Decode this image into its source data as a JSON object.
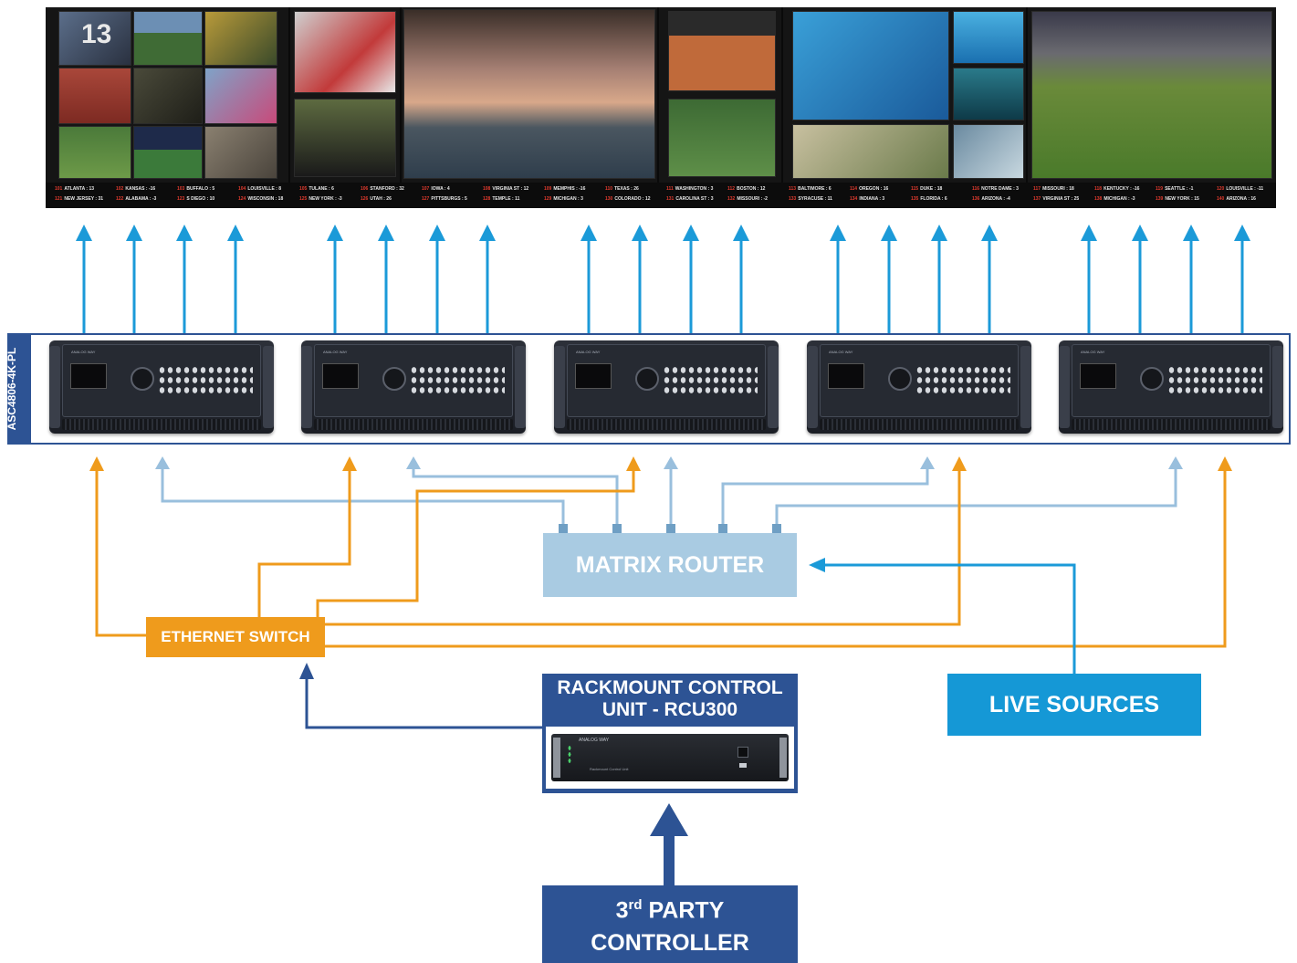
{
  "video_wall": {
    "ticker": [
      [
        "101",
        "ATLANTA : 13"
      ],
      [
        "102",
        "KANSAS : -16"
      ],
      [
        "103",
        "BUFFALO : 5"
      ],
      [
        "104",
        "LOUISVILLE : 8"
      ],
      [
        "105",
        "TULANE : 6"
      ],
      [
        "106",
        "STANFORD : 32"
      ],
      [
        "107",
        "IOWA : 4"
      ],
      [
        "108",
        "VIRGINIA ST : 12"
      ],
      [
        "109",
        "MEMPHIS : -16"
      ],
      [
        "110",
        "TEXAS : 26"
      ],
      [
        "111",
        "WASHINGTON : 3"
      ],
      [
        "112",
        "BOSTON : 12"
      ],
      [
        "113",
        "BALTIMORE : 6"
      ],
      [
        "114",
        "OREGON : 16"
      ],
      [
        "115",
        "DUKE : 18"
      ],
      [
        "116",
        "NOTRE DAME : 3"
      ],
      [
        "117",
        "MISSOURI : 18"
      ],
      [
        "118",
        "KENTUCKY : -16"
      ],
      [
        "119",
        "SEATTLE : -1"
      ],
      [
        "120",
        "LOUISVILLE : -11"
      ]
    ],
    "ticker2": [
      [
        "121",
        "NEW JERSEY : 31"
      ],
      [
        "122",
        "ALABAMA : -3"
      ],
      [
        "123",
        "S DIEGO : 10"
      ],
      [
        "124",
        "WISCONSIN : 18"
      ],
      [
        "125",
        "NEW YORK : -3"
      ],
      [
        "126",
        "UTAH : 26"
      ],
      [
        "127",
        "PITTSBURGS : 5"
      ],
      [
        "128",
        "TEMPLE : 11"
      ],
      [
        "129",
        "MICHIGAN : 3"
      ],
      [
        "130",
        "COLORADO : 12"
      ],
      [
        "131",
        "CAROLINA ST : 3"
      ],
      [
        "132",
        "MISSOURI : -2"
      ],
      [
        "133",
        "SYRACUSE : 11"
      ],
      [
        "134",
        "INDIANA : 3"
      ],
      [
        "135",
        "FLORIDA : 6"
      ],
      [
        "136",
        "ARIZONA : -4"
      ],
      [
        "137",
        "VIRGINIA ST : 25"
      ],
      [
        "138",
        "MICHIGAN : -3"
      ],
      [
        "139",
        "NEW YORK : 15"
      ],
      [
        "140",
        "ARIZONA : 16"
      ]
    ],
    "tile_13": "13"
  },
  "processors": {
    "label": "ASC4806-4K-PL",
    "brand": "ANALOG WAY",
    "count": 5
  },
  "matrix_router": {
    "label": "MATRIX ROUTER"
  },
  "ethernet_switch": {
    "label": "ETHERNET SWITCH"
  },
  "rcu": {
    "title_line1": "RACKMOUNT CONTROL",
    "title_line2": "UNIT - RCU300",
    "brand": "ANALOG WAY",
    "unit_text": "Rackmount Control Unit"
  },
  "live_sources": {
    "label": "LIVE SOURCES"
  },
  "controller": {
    "line1_prefix": "3",
    "line1_sup": "rd",
    "line1_rest": " PARTY",
    "line2": "CONTROLLER"
  },
  "colors": {
    "output_arrows": "#1b9ad8",
    "processor_blue": "#2d5394",
    "router_fill": "#a9cbe2",
    "router_lines": "#99bfdd",
    "ethernet_orange": "#ef9b1c",
    "live_sources_fill": "#1598d6",
    "controller_fill": "#2d5394"
  }
}
